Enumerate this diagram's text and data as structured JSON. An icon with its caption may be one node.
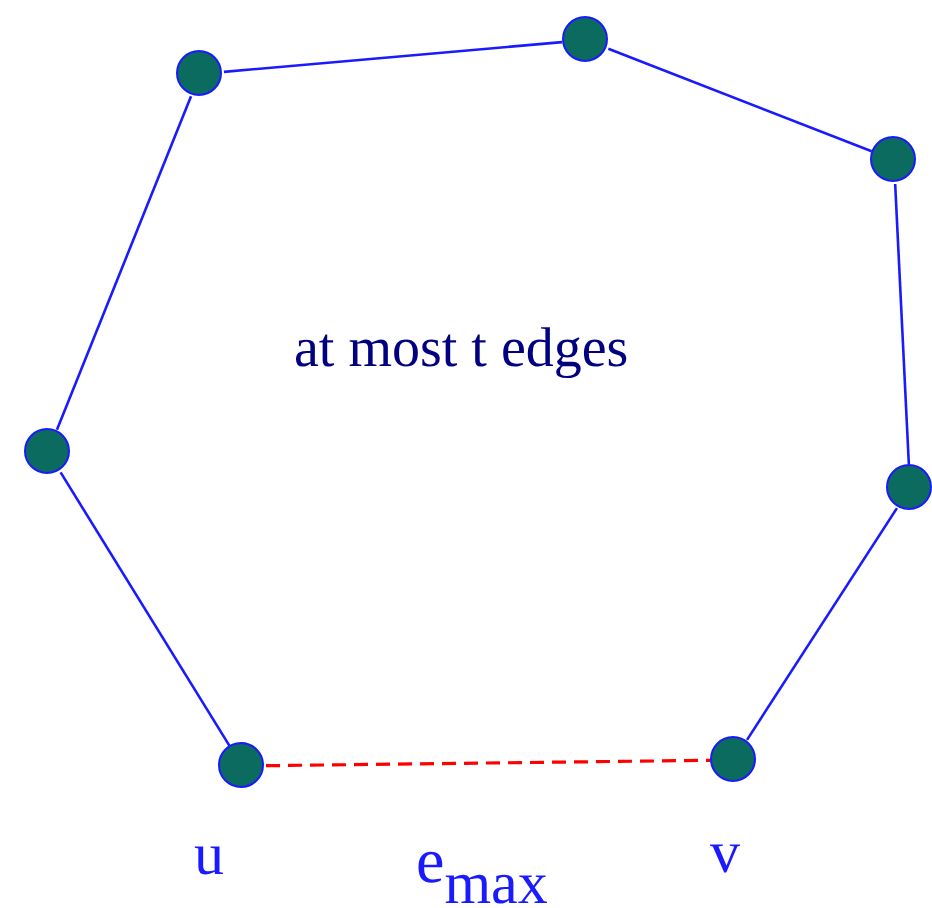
{
  "diagram": {
    "nodes": [
      {
        "text": [],
        "shape": "circle"
      },
      {
        "text": [],
        "shape": "circle"
      },
      {
        "text": [],
        "shape": "circle"
      },
      {
        "text": [],
        "shape": "circle"
      },
      {
        "text": [],
        "shape": "circle"
      },
      {
        "text": [],
        "shape": "circle",
        "beside": [
          "v"
        ]
      },
      {
        "text": [],
        "shape": "circle",
        "beside": [
          "u"
        ]
      }
    ],
    "edges": [
      {
        "from": 1,
        "to": 0,
        "arrow": "none"
      },
      {
        "from": 0,
        "to": 2,
        "arrow": "none"
      },
      {
        "from": 2,
        "to": 4,
        "arrow": "none"
      },
      {
        "from": 4,
        "to": 5,
        "arrow": "none"
      },
      {
        "from": 6,
        "to": 5,
        "arrow": "none",
        "style": "dashed",
        "color": "#ff0000",
        "label": "e$_{max}$"
      },
      {
        "from": 6,
        "to": 3,
        "arrow": "none"
      },
      {
        "from": 3,
        "to": 1,
        "arrow": "none"
      }
    ],
    "labels": [
      "at most t edges"
    ]
  }
}
